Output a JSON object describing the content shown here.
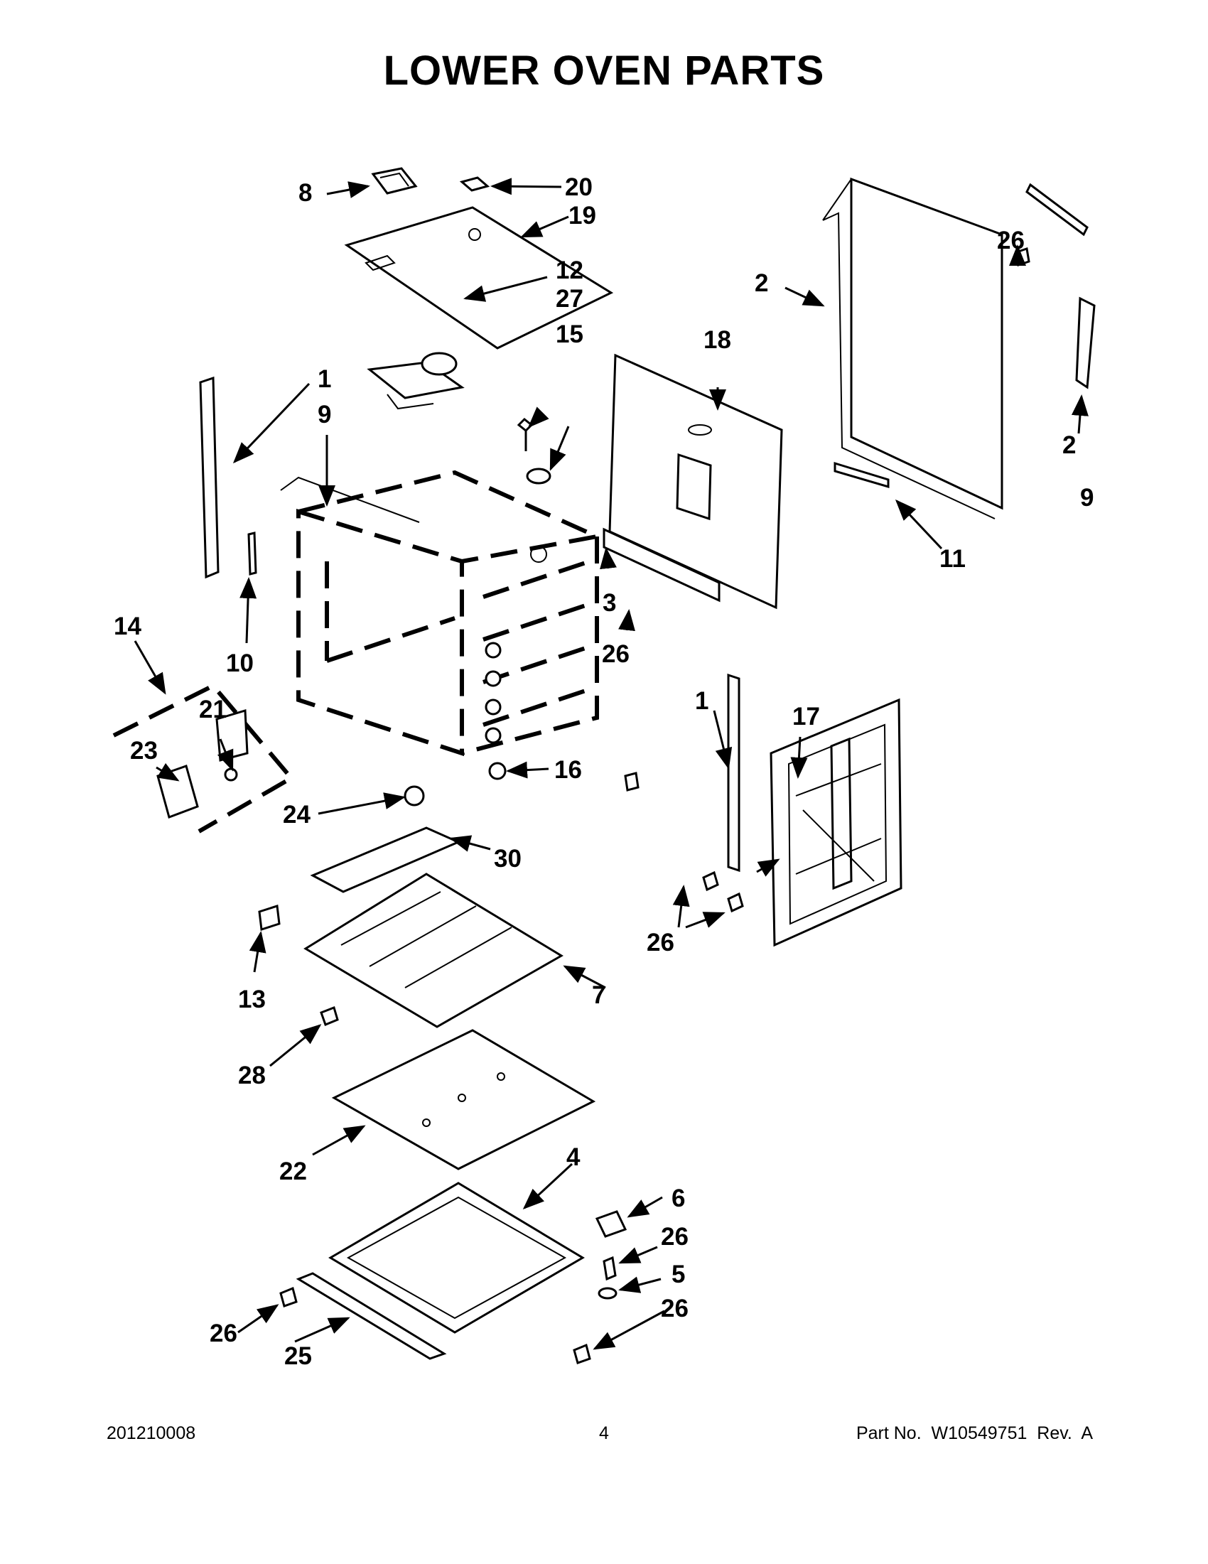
{
  "title": "LOWER OVEN PARTS",
  "footer": {
    "left": "201210008",
    "center": "4",
    "right": "Part No.  W10549751  Rev.  A"
  },
  "callouts": {
    "c1a": "1",
    "c9a": "9",
    "c1b": "1",
    "c2a": "2",
    "c2b": "2",
    "c9b": "9",
    "c3": "3",
    "c4": "4",
    "c5": "5",
    "c6": "6",
    "c7": "7",
    "c8": "8",
    "c10": "10",
    "c11": "11",
    "c12": "12",
    "c13": "13",
    "c14": "14",
    "c15": "15",
    "c16": "16",
    "c17": "17",
    "c18": "18",
    "c19": "19",
    "c20": "20",
    "c21": "21",
    "c22": "22",
    "c23": "23",
    "c24": "24",
    "c25": "25",
    "c26a": "26",
    "c26b": "26",
    "c26c": "26",
    "c26d": "26",
    "c26e": "26",
    "c26f": "26",
    "c27": "27",
    "c28": "28",
    "c30": "30"
  }
}
